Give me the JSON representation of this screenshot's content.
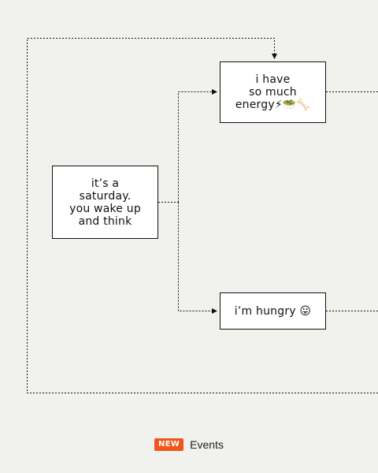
{
  "diagram": {
    "nodes": {
      "start": {
        "text": "it’s a\nsaturday.\nyou wake up\nand think"
      },
      "energy": {
        "text": "i have\nso much\nenergy⚡🥗🦴"
      },
      "hungry": {
        "text": "i’m hungry 😛"
      }
    },
    "edges": [
      {
        "from": "start",
        "to": "energy",
        "style": "dotted",
        "arrow": true
      },
      {
        "from": "start",
        "to": "hungry",
        "style": "dotted",
        "arrow": true
      },
      {
        "from": "outer-loop",
        "to": "energy",
        "style": "dotted",
        "arrow": true
      },
      {
        "from": "energy",
        "to": "offscreen-right",
        "style": "dotted",
        "arrow": false
      },
      {
        "from": "hungry",
        "to": "offscreen-right",
        "style": "dotted",
        "arrow": false
      }
    ],
    "line_color": "#111111",
    "background": "#f1f1ed"
  },
  "footer": {
    "badge": "NEW",
    "label": "Events",
    "badge_color": "#f2541b"
  }
}
